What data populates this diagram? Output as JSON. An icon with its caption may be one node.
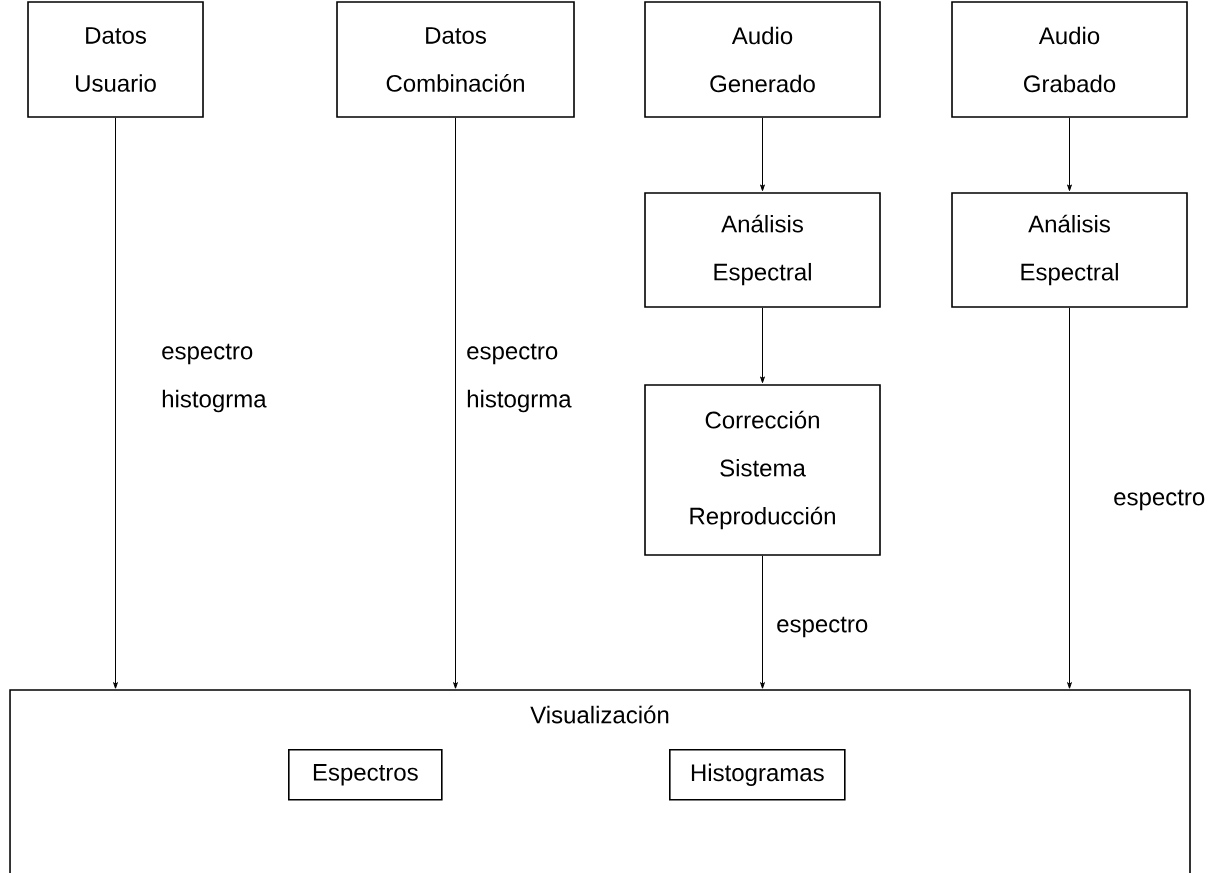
{
  "diagram": {
    "nodes": [
      {
        "text": [
          "Datos Usuario"
        ]
      },
      {
        "text": [
          "Datos Combinación"
        ]
      },
      {
        "text": [
          "Audio Generado"
        ]
      },
      {
        "text": [
          "Audio Grabado"
        ]
      },
      {
        "text": [
          "Análisis Espectral"
        ]
      },
      {
        "text": [
          "Análisis Espectral"
        ]
      },
      {
        "text": [
          "Corrección Sistema Reproducción"
        ]
      },
      {
        "text": [
          "Visualización"
        ]
      },
      {
        "text": [
          "Espectros"
        ],
        "in": 7
      },
      {
        "text": [
          "Histogramas"
        ],
        "in": 7
      }
    ],
    "edges": [
      {
        "from": 0,
        "to": 7,
        "arrow": "to",
        "label": "espectro histogrma"
      },
      {
        "from": 1,
        "to": 7,
        "arrow": "to",
        "label": "espectro histogrma"
      },
      {
        "from": 2,
        "to": 4,
        "arrow": "to"
      },
      {
        "from": 4,
        "to": 6,
        "arrow": "to"
      },
      {
        "from": 6,
        "to": 7,
        "arrow": "to",
        "label": "espectro"
      },
      {
        "from": 3,
        "to": 5,
        "arrow": "to"
      },
      {
        "from": 5,
        "to": 7,
        "arrow": "to",
        "label": "espectro"
      }
    ]
  }
}
